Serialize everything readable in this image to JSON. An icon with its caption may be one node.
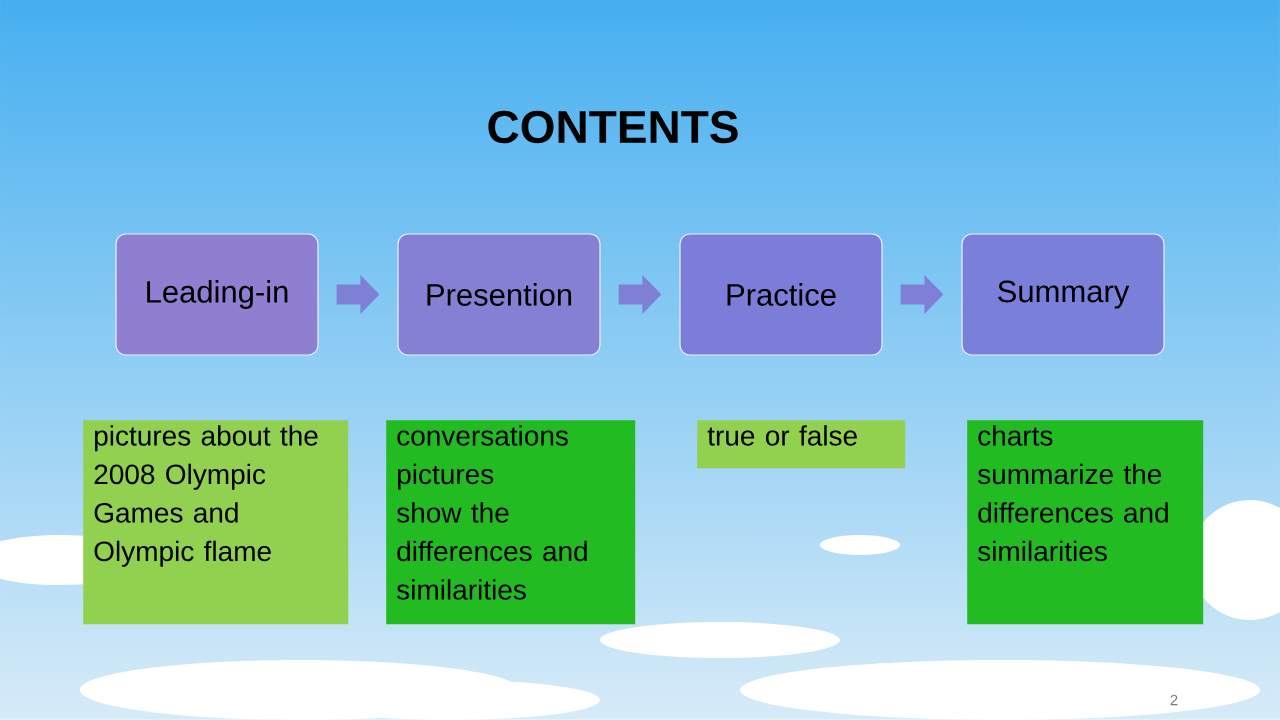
{
  "diagram": {
    "title": "CONTENTS",
    "nodes": [
      {
        "text": [
          "Leading-in"
        ]
      },
      {
        "text": [
          "Presention"
        ]
      },
      {
        "text": [
          "Practice"
        ]
      },
      {
        "text": [
          "Summary"
        ]
      },
      {
        "text": [
          "pictures about the 2008 Olympic Games and Olympic flame"
        ]
      },
      {
        "text": [
          "conversations",
          "pictures",
          "show the differences and similarities"
        ]
      },
      {
        "text": [
          "true or false"
        ]
      },
      {
        "text": [
          "charts",
          "summarize the differences and similarities"
        ]
      }
    ],
    "edges": [
      {
        "from": 0,
        "to": 1,
        "arrow": "to"
      },
      {
        "from": 1,
        "to": 2,
        "arrow": "to"
      },
      {
        "from": 2,
        "to": 3,
        "arrow": "to"
      }
    ],
    "labels": [
      "2"
    ]
  }
}
